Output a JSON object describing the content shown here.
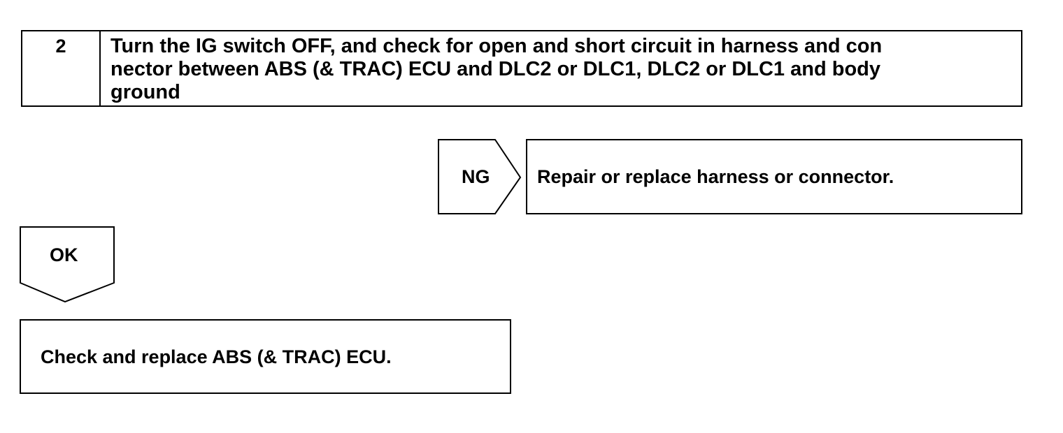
{
  "step": {
    "number": "2",
    "text": "Turn the IG switch OFF, and check for open and short circuit in harness and con\nnector between ABS (& TRAC) ECU and DLC2 or DLC1, DLC2 or DLC1 and body\nground"
  },
  "ng": {
    "label": "NG",
    "action": "Repair or replace harness or connector."
  },
  "ok": {
    "label": "OK",
    "action": "Check and replace ABS (& TRAC) ECU."
  }
}
